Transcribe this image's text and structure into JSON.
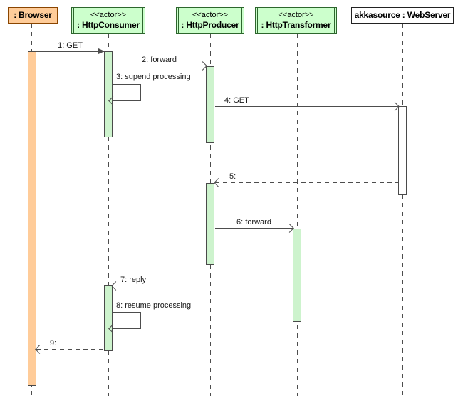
{
  "colors": {
    "actor_fill": "#ccffcc",
    "actor_border": "#2d662d",
    "browser_fill": "#ffcc99",
    "browser_border": "#8a4500",
    "bar_green": "#cdf3cd",
    "bar_border": "#4a4a4a",
    "line": "#4d4d4d"
  },
  "participants": {
    "browser": {
      "name": ": Browser",
      "kind": "object"
    },
    "consumer": {
      "stereotype": "<<actor>>",
      "name": ": HttpConsumer",
      "kind": "actor"
    },
    "producer": {
      "stereotype": "<<actor>>",
      "name": ": HttpProducer",
      "kind": "actor"
    },
    "transformer": {
      "stereotype": "<<actor>>",
      "name": ": HttpTransformer",
      "kind": "actor"
    },
    "webserver": {
      "name": "akkasource : WebServer",
      "kind": "object"
    }
  },
  "messages": {
    "m1": {
      "label": "1: GET",
      "from": ": Browser",
      "to": ": HttpConsumer",
      "line": "solid",
      "arrow": "filled"
    },
    "m2": {
      "label": "2: forward",
      "from": ": HttpConsumer",
      "to": ": HttpProducer",
      "line": "solid",
      "arrow": "open"
    },
    "m3": {
      "label": "3: supend processing",
      "from": ": HttpConsumer",
      "to": ": HttpConsumer",
      "line": "solid",
      "arrow": "open"
    },
    "m4": {
      "label": "4: GET",
      "from": ": HttpProducer",
      "to": "akkasource : WebServer",
      "line": "solid",
      "arrow": "open"
    },
    "m5": {
      "label": "5:",
      "from": "akkasource : WebServer",
      "to": ": HttpProducer",
      "line": "dashed",
      "arrow": "open"
    },
    "m6": {
      "label": "6: forward",
      "from": ": HttpProducer",
      "to": ": HttpTransformer",
      "line": "solid",
      "arrow": "open"
    },
    "m7": {
      "label": "7: reply",
      "from": ": HttpTransformer",
      "to": ": HttpConsumer",
      "line": "solid",
      "arrow": "open"
    },
    "m8": {
      "label": "8: resume processing",
      "from": ": HttpConsumer",
      "to": ": HttpConsumer",
      "line": "solid",
      "arrow": "open"
    },
    "m9": {
      "label": "9:",
      "from": ": HttpConsumer",
      "to": ": Browser",
      "line": "dashed",
      "arrow": "open"
    }
  }
}
